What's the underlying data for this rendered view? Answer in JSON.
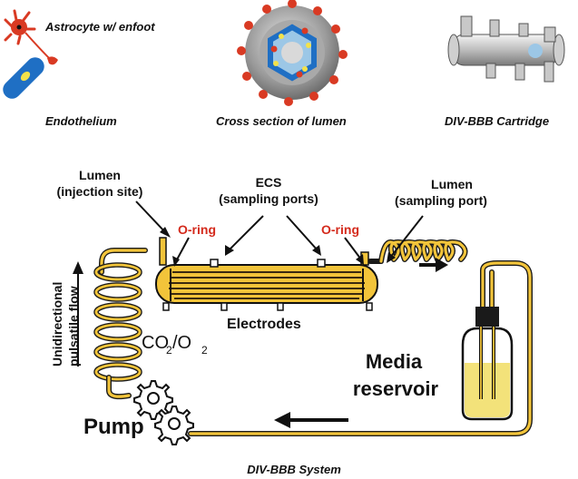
{
  "legend": {
    "astrocyte": "Astrocyte w/ enfoot",
    "endothelium": "Endothelium",
    "cross_section": "Cross section of lumen",
    "cartridge": "DIV-BBB Cartridge"
  },
  "diagram": {
    "lumen_injection_line1": "Lumen",
    "lumen_injection_line2": "(injection site)",
    "ecs_line1": "ECS",
    "ecs_line2": "(sampling ports)",
    "lumen_sampling_line1": "Lumen",
    "lumen_sampling_line2": "(sampling port)",
    "oring_left": "O-ring",
    "oring_right": "O-ring",
    "flow_line1": "Unidirectional",
    "flow_line2": "pulsatile flow",
    "gas_co": "CO",
    "gas_sub1": "2",
    "gas_slash": "/O",
    "gas_sub2": "2",
    "electrodes": "Electrodes",
    "reservoir_line1": "Media",
    "reservoir_line2": "reservoir",
    "pump": "Pump",
    "caption": "DIV-BBB System"
  },
  "colors": {
    "tube_fill": "#f2c43a",
    "oring_red": "#d42a1c",
    "astrocyte_red": "#d93a23",
    "endothelium_blue": "#1f6fc4",
    "medium_yellow": "#f3e27a"
  }
}
